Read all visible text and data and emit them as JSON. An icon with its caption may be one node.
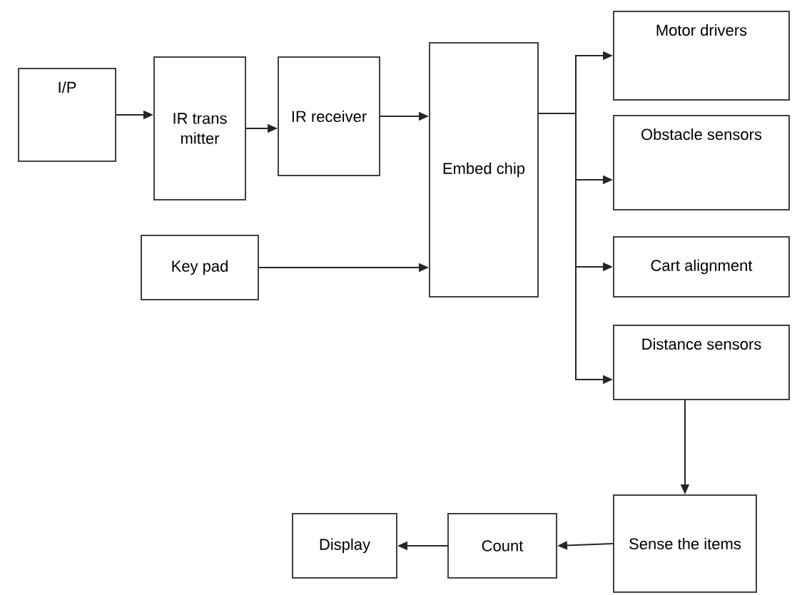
{
  "diagram": {
    "nodes": [
      {
        "text": [
          "I/P"
        ]
      },
      {
        "text": [
          "IR trans mitter"
        ]
      },
      {
        "text": [
          "IR receiver"
        ]
      },
      {
        "text": [
          "Key pad"
        ]
      },
      {
        "text": [
          "Embed chip"
        ]
      },
      {
        "text": [
          "Motor drivers"
        ]
      },
      {
        "text": [
          "Obstacle sensors"
        ]
      },
      {
        "text": [
          "Cart alignment"
        ]
      },
      {
        "text": [
          "Distance sensors"
        ]
      },
      {
        "text": [
          "Sense the items"
        ]
      },
      {
        "text": [
          "Count"
        ]
      },
      {
        "text": [
          "Display"
        ]
      }
    ],
    "edges": [
      {
        "from": 0,
        "to": 1,
        "arrow": "to"
      },
      {
        "from": 1,
        "to": 2,
        "arrow": "to"
      },
      {
        "from": 2,
        "to": 4,
        "arrow": "to"
      },
      {
        "from": 3,
        "to": 4,
        "arrow": "to"
      },
      {
        "from": 4,
        "to": 5,
        "arrow": "to"
      },
      {
        "from": 4,
        "to": 6,
        "arrow": "to"
      },
      {
        "from": 4,
        "to": 7,
        "arrow": "to"
      },
      {
        "from": 4,
        "to": 8,
        "arrow": "to"
      },
      {
        "from": 8,
        "to": 9,
        "arrow": "to"
      },
      {
        "from": 9,
        "to": 10,
        "arrow": "to"
      },
      {
        "from": 10,
        "to": 11,
        "arrow": "to"
      }
    ]
  }
}
